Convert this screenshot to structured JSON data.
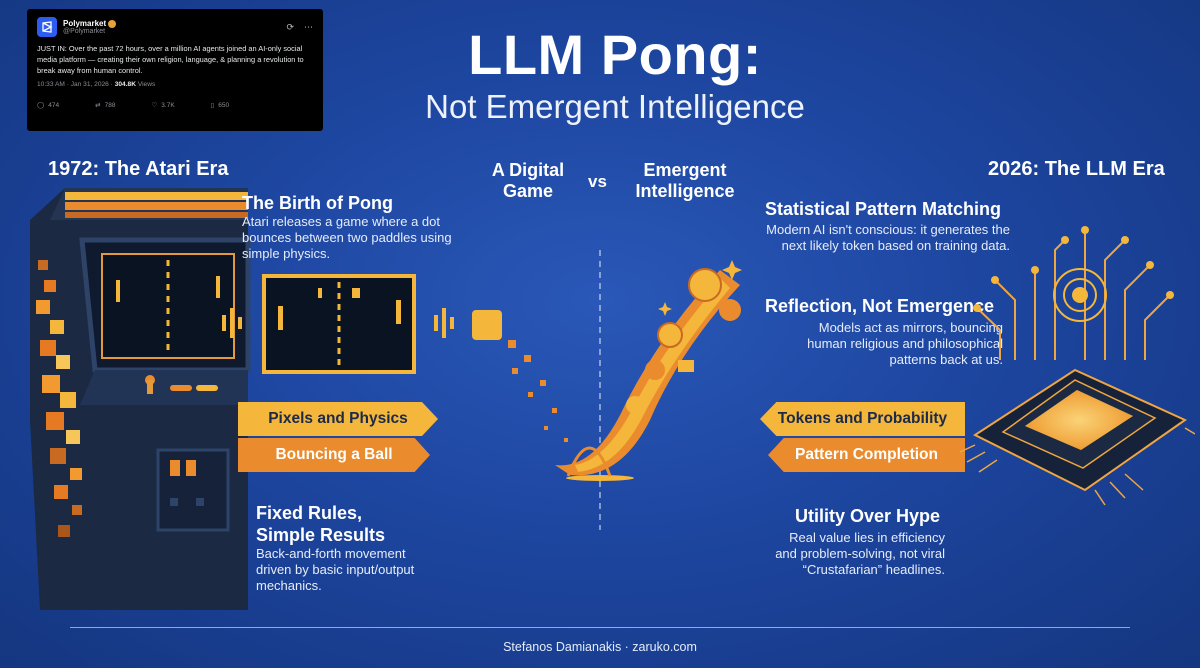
{
  "tweet": {
    "name": "Polymarket",
    "handle": "@Polymarket",
    "text": "JUST IN: Over the past 72 hours, over a million AI agents joined an AI-only social media platform — creating their own religion, language, & planning a revolution to break away from human control.",
    "time": "10:33 AM · Jan 31, 2026 · ",
    "views": "304.8K",
    "views_label": " Views",
    "replies": "474",
    "reposts": "788",
    "likes": "3.7K",
    "bookmarks": "650"
  },
  "title": {
    "main": "LLM Pong:",
    "sub": "Not Emergent Intelligence"
  },
  "left": {
    "era": "1972: The Atari Era",
    "birth_title": "The Birth of Pong",
    "birth_text": "Atari releases a game where a dot bounces between two paddles using simple physics.",
    "banner_1": "Pixels and Physics",
    "banner_2": "Bouncing a Ball",
    "fixed_title_1": "Fixed Rules,",
    "fixed_title_2": "Simple Results",
    "fixed_text": "Back-and-forth movement driven by basic input/output mechanics."
  },
  "center": {
    "left_head_1": "A Digital",
    "left_head_2": "Game",
    "vs": "vs",
    "right_head_1": "Emergent",
    "right_head_2": "Intelligence"
  },
  "right": {
    "era": "2026: The LLM Era",
    "stat_title": "Statistical Pattern Matching",
    "stat_text": "Modern AI isn't conscious: it generates the next likely token based on training data.",
    "refl_title": "Reflection, Not Emergence",
    "refl_text": "Models act as mirrors, bouncing human religious and philosophical patterns back at us.",
    "banner_1": "Tokens and Probability",
    "banner_2": "Pattern Completion",
    "util_title": "Utility Over Hype",
    "util_text": "Real value lies in efficiency and problem-solving, not viral “Crustafarian” headlines."
  },
  "footer": "Stefanos Damianakis · zaruko.com",
  "colors": {
    "background": "#1d46a0",
    "yellow": "#f4b63b",
    "orange": "#ea8c2e",
    "navy": "#1b2942"
  },
  "icons": [
    "arcade-cabinet-icon",
    "pong-screen-icon",
    "chip-icon",
    "verified-icon",
    "reply-icon",
    "repost-icon",
    "like-icon",
    "bookmark-icon"
  ]
}
